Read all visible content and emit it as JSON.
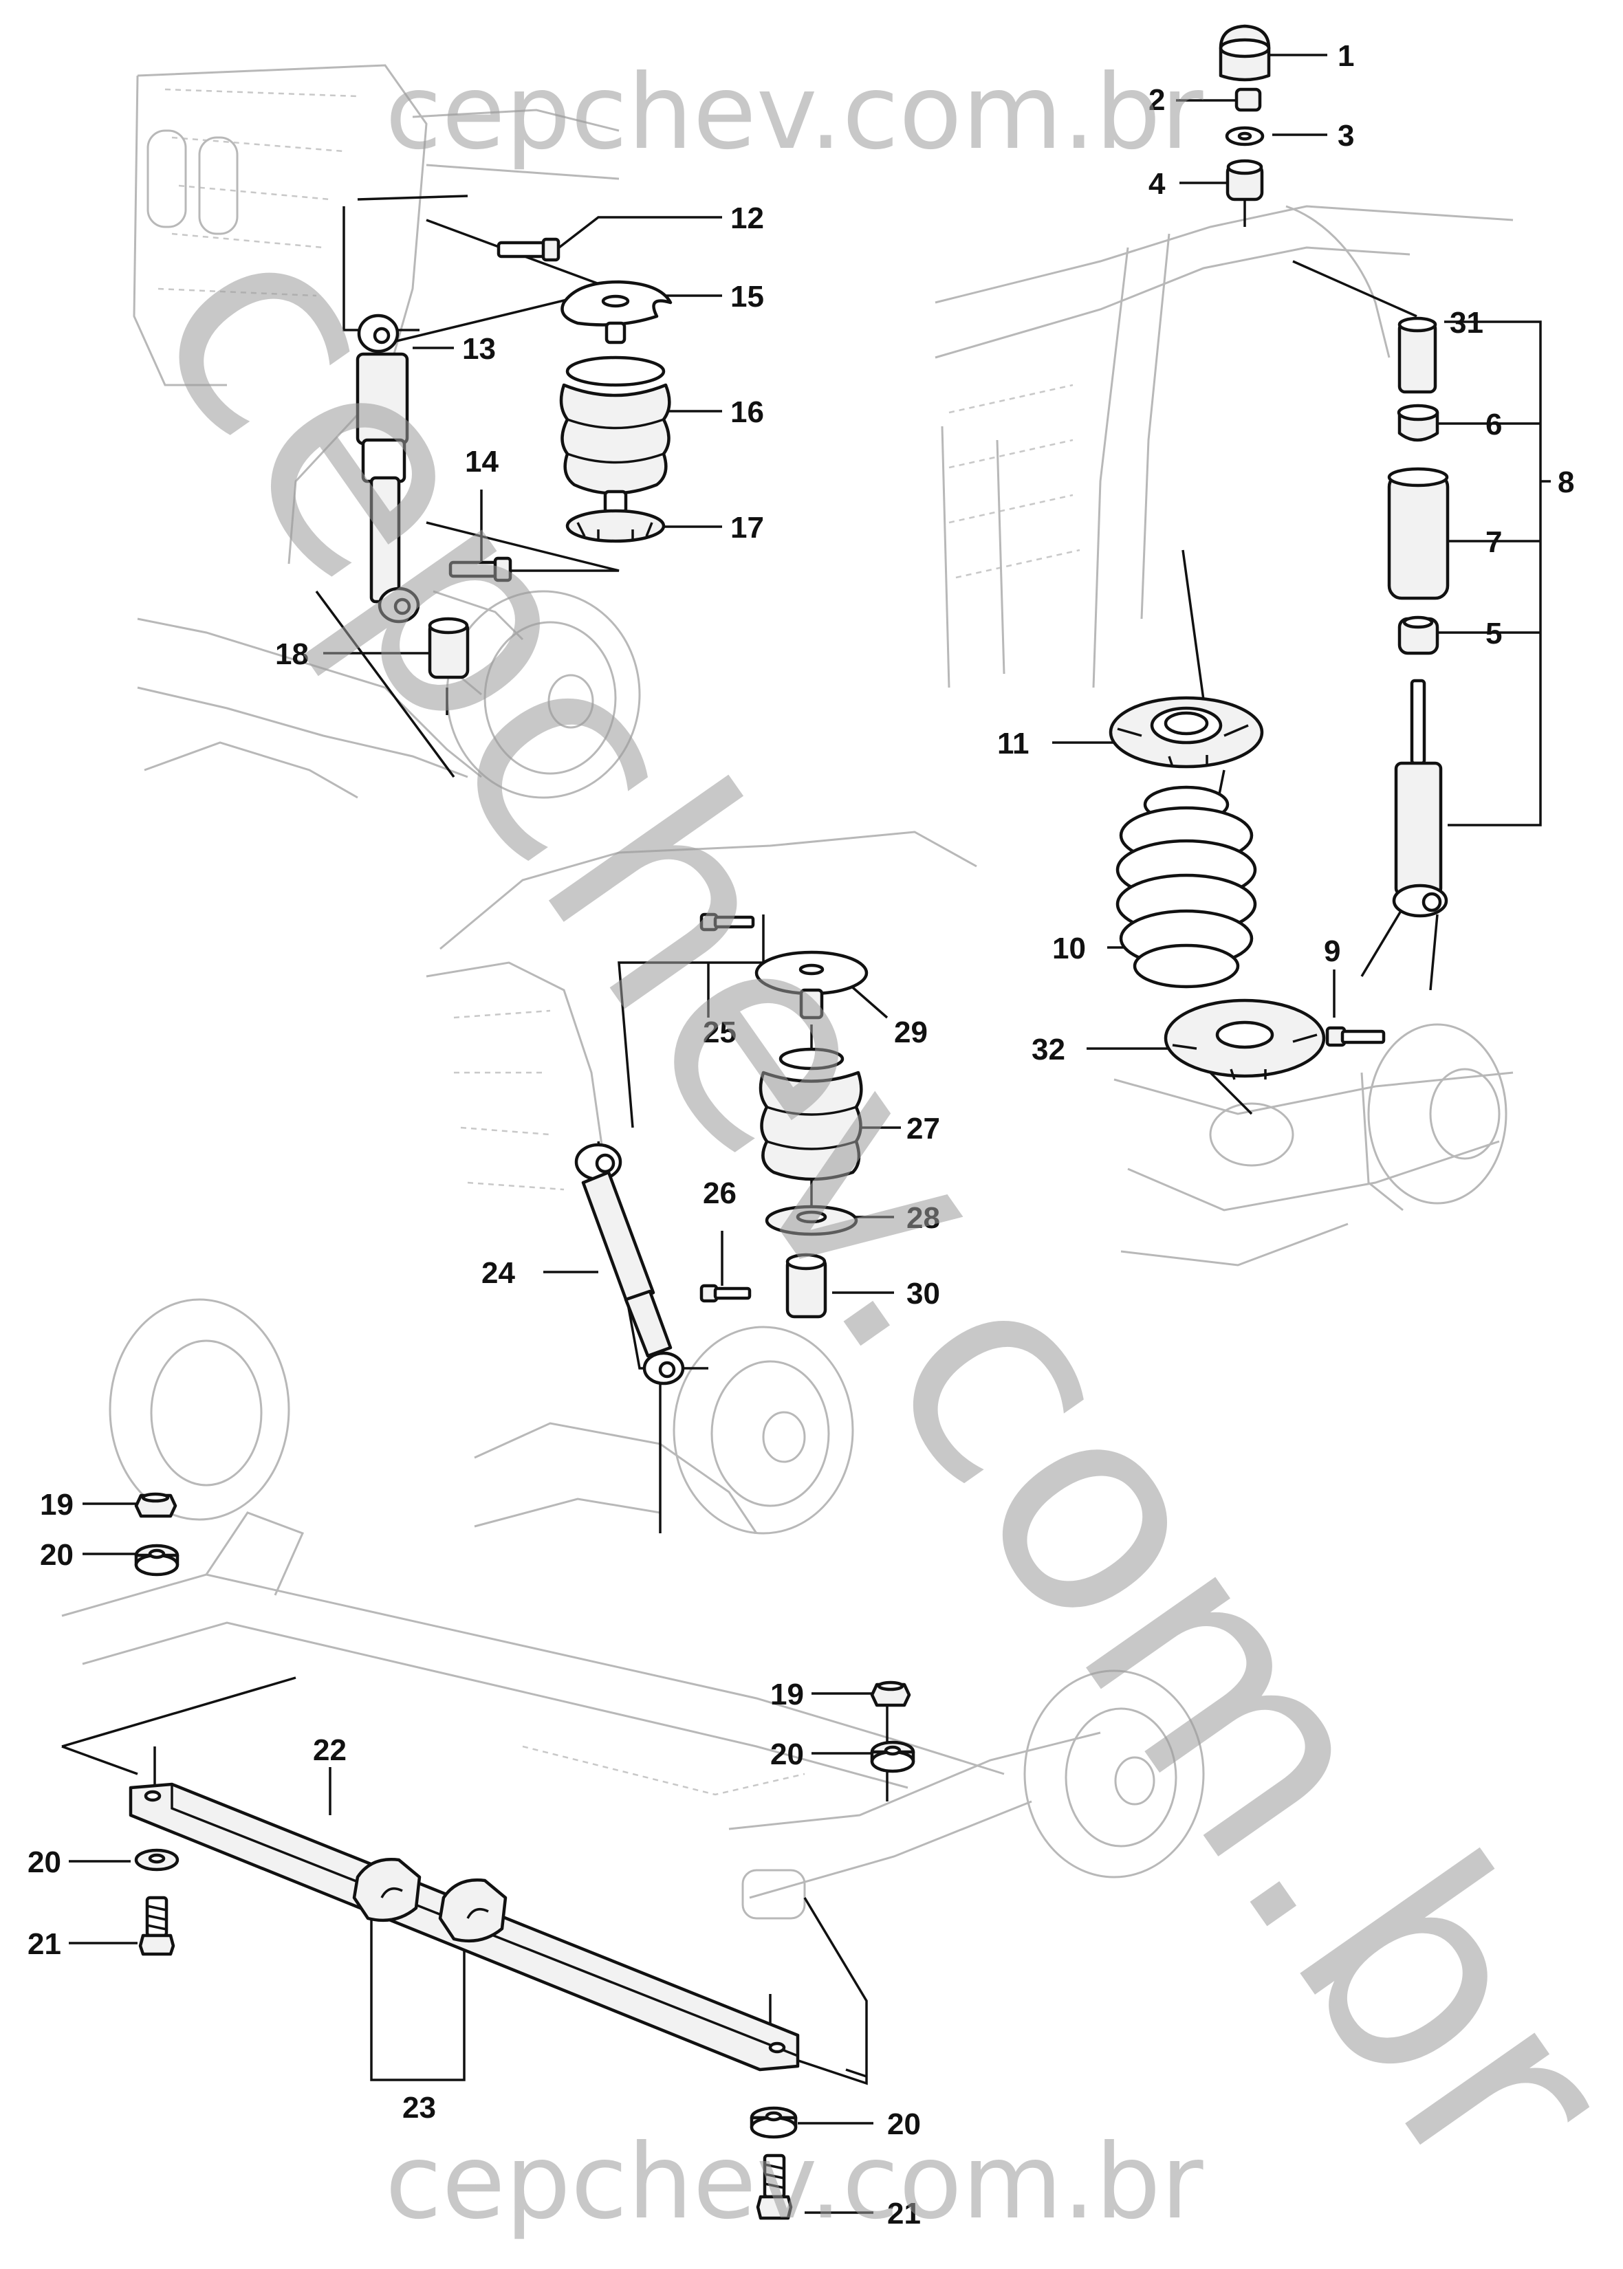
{
  "watermark": {
    "text": "cepchev.com.br",
    "color": "#9a9a9a"
  },
  "callouts": {
    "c1": "1",
    "c2": "2",
    "c3": "3",
    "c4": "4",
    "c5": "5",
    "c6": "6",
    "c7": "7",
    "c8": "8",
    "c9": "9",
    "c10": "10",
    "c11": "11",
    "c12": "12",
    "c13": "13",
    "c14": "14",
    "c15": "15",
    "c16": "16",
    "c17": "17",
    "c18": "18",
    "c19a": "19",
    "c19b": "19",
    "c20a": "20",
    "c20b": "20",
    "c20c": "20",
    "c20d": "20",
    "c21a": "21",
    "c21b": "21",
    "c22": "22",
    "c23": "23",
    "c24": "24",
    "c25": "25",
    "c26": "26",
    "c27": "27",
    "c28": "28",
    "c29": "29",
    "c30": "30",
    "c31": "31",
    "c32": "32"
  },
  "colors": {
    "line": "#111111",
    "ghost": "#b8b8b8",
    "background": "#ffffff"
  }
}
